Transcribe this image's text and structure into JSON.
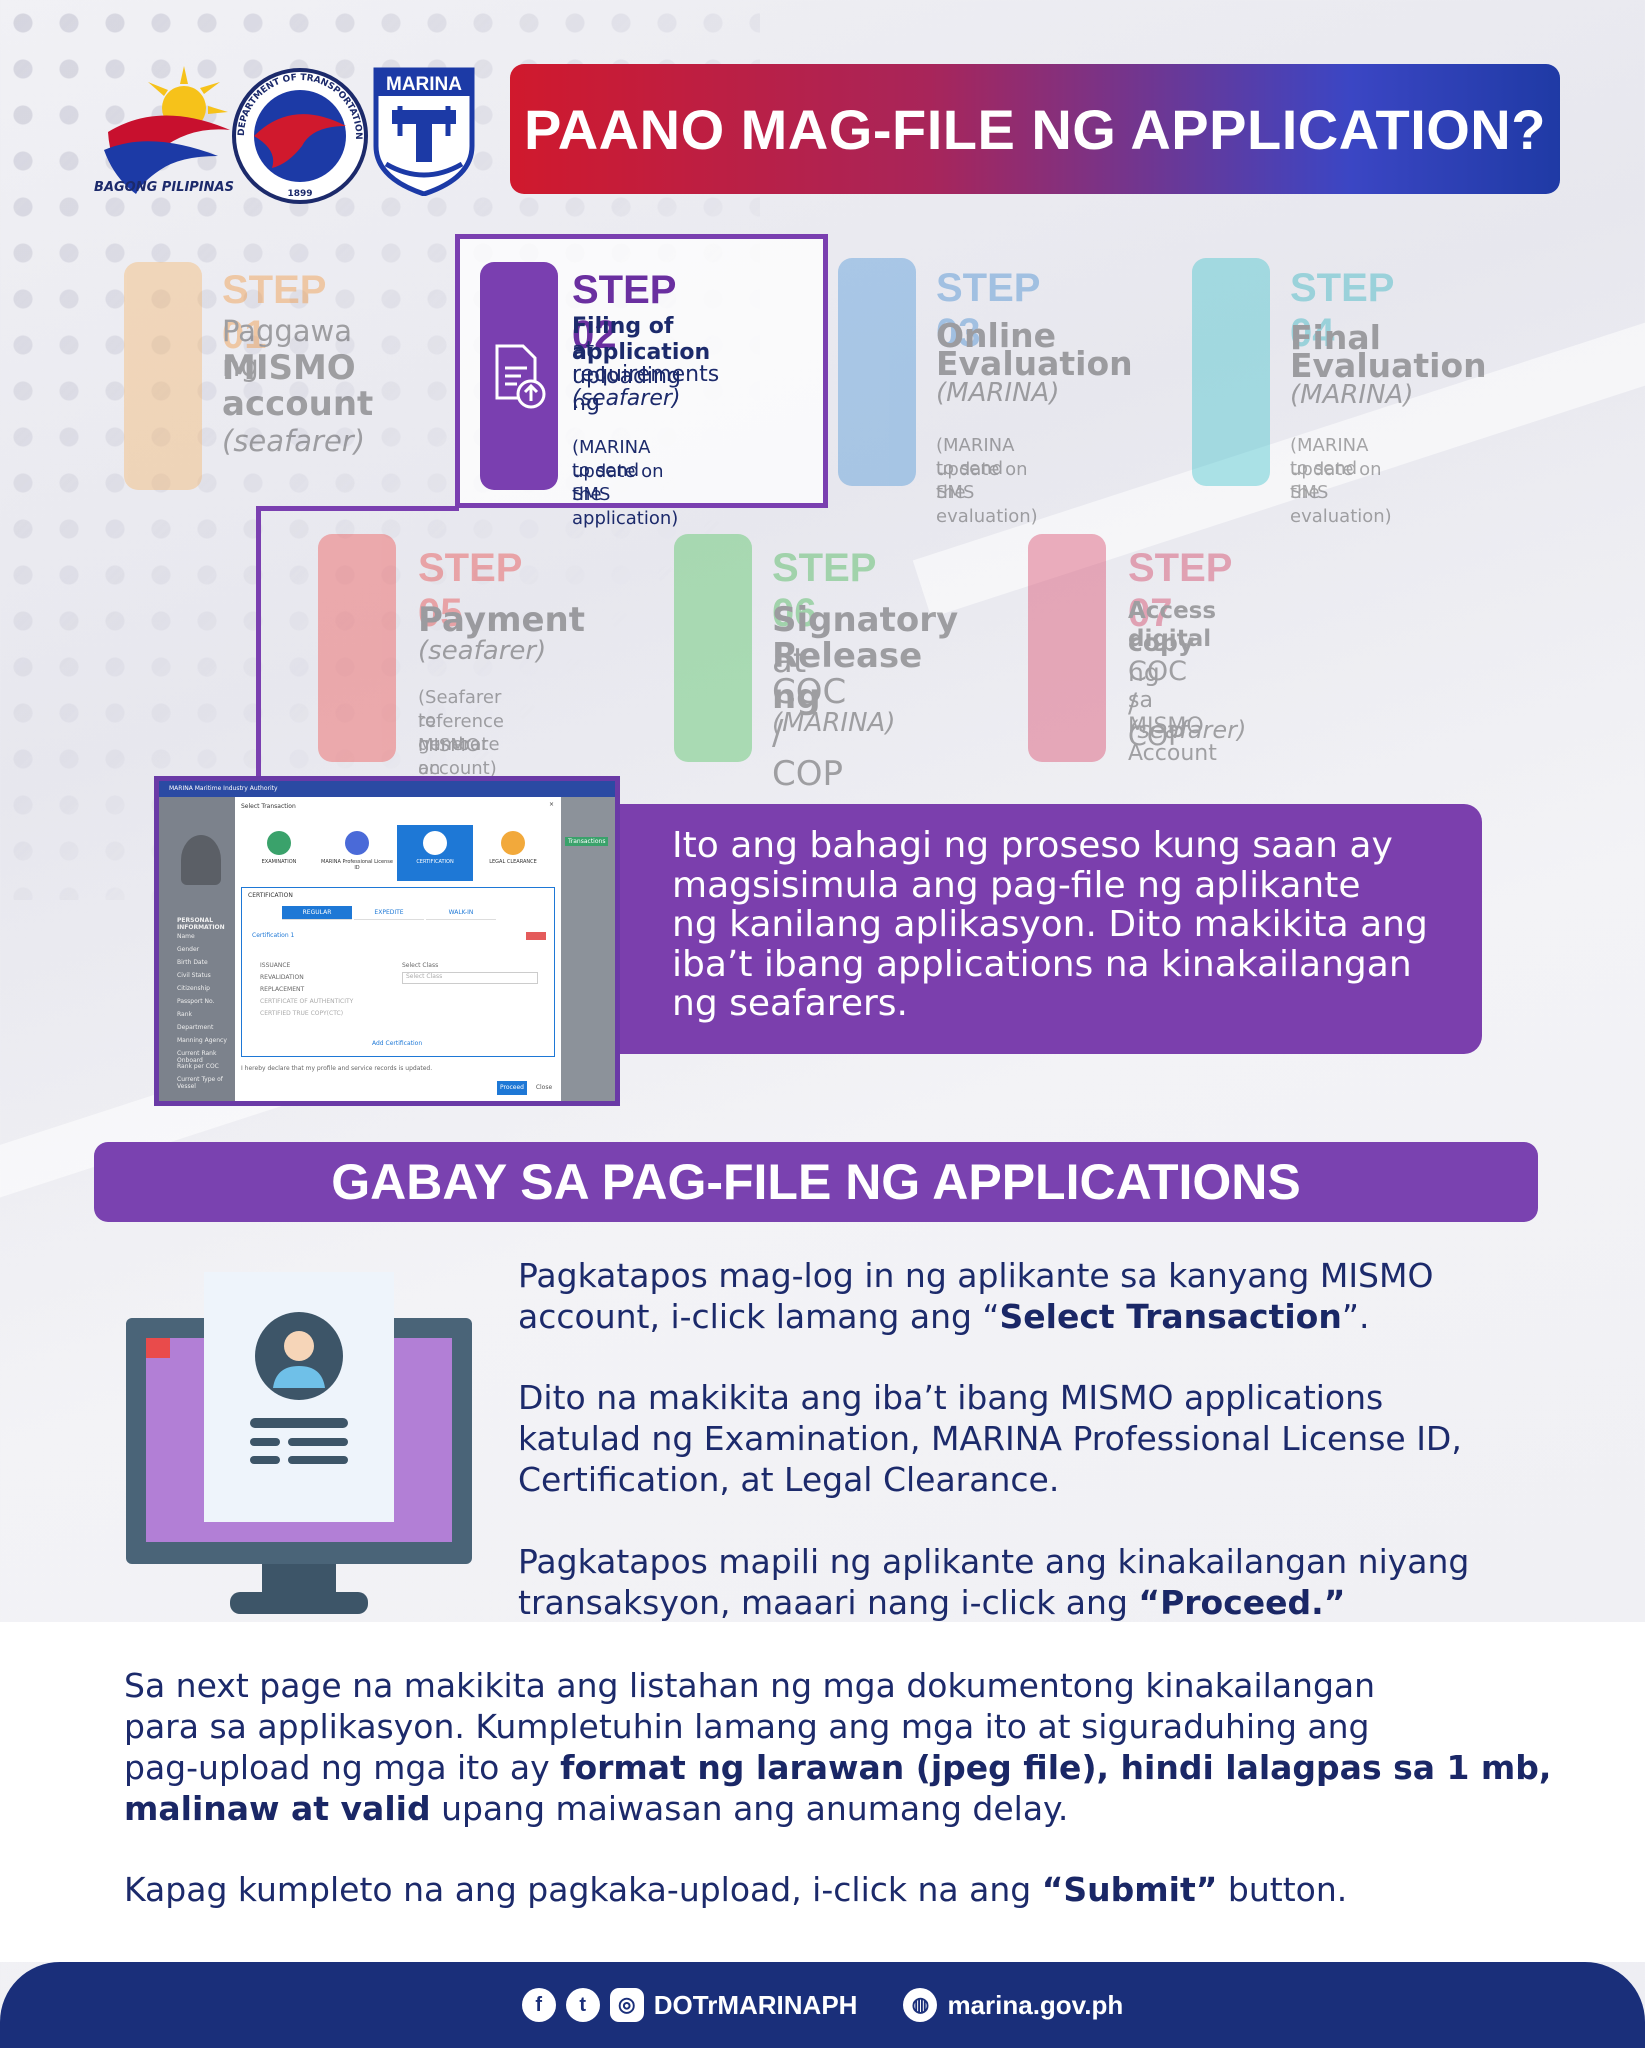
{
  "header": {
    "title": "PAANO MAG-FILE NG APPLICATION?",
    "logo_bagong_pilipinas_text": "BAGONG PILIPINAS",
    "logo_dotr_text": "DEPARTMENT OF TRANSPORTATION",
    "logo_dotr_year": "1899",
    "logo_marina_text": "MARINA"
  },
  "steps": [
    {
      "label": "STEP 01",
      "line1": "Paggawa ng",
      "line2": "MISMO",
      "line3": "account",
      "line4": "(seafarer)",
      "color": "#f7b260"
    },
    {
      "label": "STEP 02",
      "line1": "Filing of application",
      "line2": "at uploading ng",
      "line3": "requirements",
      "line4": "(seafarer)",
      "note1": "(MARINA to send SMS",
      "note2": "update on the application)",
      "color": "#7a3fb0"
    },
    {
      "label": "STEP 03",
      "line1": "Online",
      "line2": "Evaluation",
      "line3": "(MARINA)",
      "note1": "(MARINA to send SMS",
      "note2": "update on the evaluation)",
      "color": "#3e8fd6"
    },
    {
      "label": "STEP 04",
      "line1": "Final",
      "line2": "Evaluation",
      "line3": "(MARINA)",
      "note1": "(MARINA to send SMS",
      "note2": "update on the evaluation)",
      "color": "#2fbfc9"
    },
    {
      "label": "STEP 05",
      "line1": "Payment",
      "line2": "(seafarer)",
      "note1": "(Seafarer to generate",
      "note2": "reference number on",
      "note3": "MISMO account)",
      "color": "#f0423f"
    },
    {
      "label": "STEP 06",
      "line1a": "Signatory",
      "line1b": " at",
      "line2": "Release ng",
      "line3": "COC / COP",
      "line4": "(MARINA)",
      "color": "#3fc04f"
    },
    {
      "label": "STEP 07",
      "line1": "Access digital",
      "line2a": "copy",
      "line2b": " ng",
      "line3": "COC / COP",
      "line4": "sa MISMO Account",
      "line5": "(seafarer)",
      "color": "#d9375c"
    }
  ],
  "screenshot_mock": {
    "topbar": "MARINA Maritime Industry Authority",
    "dialog_title": "Select Transaction",
    "tiles": [
      "EXAMINATION",
      "MARINA Professional License ID",
      "CERTIFICATION",
      "LEGAL CLEARANCE"
    ],
    "section": "CERTIFICATION",
    "segments": [
      "REGULAR",
      "EXPEDITE",
      "WALK-IN"
    ],
    "cert_label": "Certification 1",
    "options": [
      "ISSUANCE",
      "REVALIDATION",
      "REPLACEMENT",
      "CERTIFICATE OF AUTHENTICITY",
      "CERTIFIED TRUE COPY(CTC)"
    ],
    "select_class_label": "Select Class",
    "select_class_placeholder": "Select Class",
    "add_certification": "Add Certification",
    "declaration": "I hereby declare that my profile and service records is updated.",
    "proceed": "Proceed",
    "close": "Close",
    "transactions_btn": "Transactions",
    "side_labels": [
      "PERSONAL INFORMATION",
      "Name",
      "Gender",
      "Birth Date",
      "Civil Status",
      "Citizenship",
      "Passport No.",
      "Rank",
      "Department",
      "Manning Agency",
      "Current Rank Onboard",
      "Rank per COC",
      "Current Type of Vessel"
    ]
  },
  "callout": {
    "line1": "Ito ang bahagi ng proseso kung saan ay",
    "line2": "magsisimula ang pag-file ng aplikante",
    "line3": "ng kanilang aplikasyon. Dito makikita ang",
    "line4": "iba’t ibang applications na kinakailangan",
    "line5": "ng seafarers."
  },
  "gabay": {
    "title": "GABAY SA PAG-FILE NG APPLICATIONS"
  },
  "paragraphs": {
    "p1_line1": "Pagkatapos mag-log in ng aplikante sa kanyang MISMO",
    "p1_line2_pre": "account, i-click lamang ang “",
    "p1_line2_bold": "Select Transaction",
    "p1_line2_post": "”.",
    "p2_line1": "Dito na makikita ang iba’t ibang MISMO applications",
    "p2_line2": "katulad ng Examination, MARINA Professional License ID,",
    "p2_line3": "Certification, at Legal Clearance.",
    "p3_line1": "Pagkatapos mapili ng aplikante ang kinakailangan niyang",
    "p3_line2_pre": "transaksyon, maaari nang i-click ang ",
    "p3_line2_bold": "“Proceed.”",
    "p4_line1": "Sa next page na makikita ang listahan ng mga dokumentong kinakailangan",
    "p4_line2": "para sa applikasyon. Kumpletuhin lamang ang mga ito at siguraduhing ang",
    "p4_line3_pre": "pag-upload ng mga ito ay ",
    "p4_line3_bold": "format ng larawan (jpeg file), hindi lalagpas sa 1 mb,",
    "p4_line4_bold": "malinaw at valid",
    "p4_line4_post": " upang maiwasan ang anumang delay.",
    "p5_pre": "Kapag kumpleto na ang pagkaka-upload, i-click na ang ",
    "p5_bold": "“Submit”",
    "p5_post": " button."
  },
  "footer": {
    "social_handle": "DOTrMARINAPH",
    "website": "marina.gov.ph"
  },
  "colors": {
    "navy": "#1a2f7a",
    "purple": "#7a3fb0",
    "red": "#d0192d",
    "blue": "#1f3aa5"
  }
}
